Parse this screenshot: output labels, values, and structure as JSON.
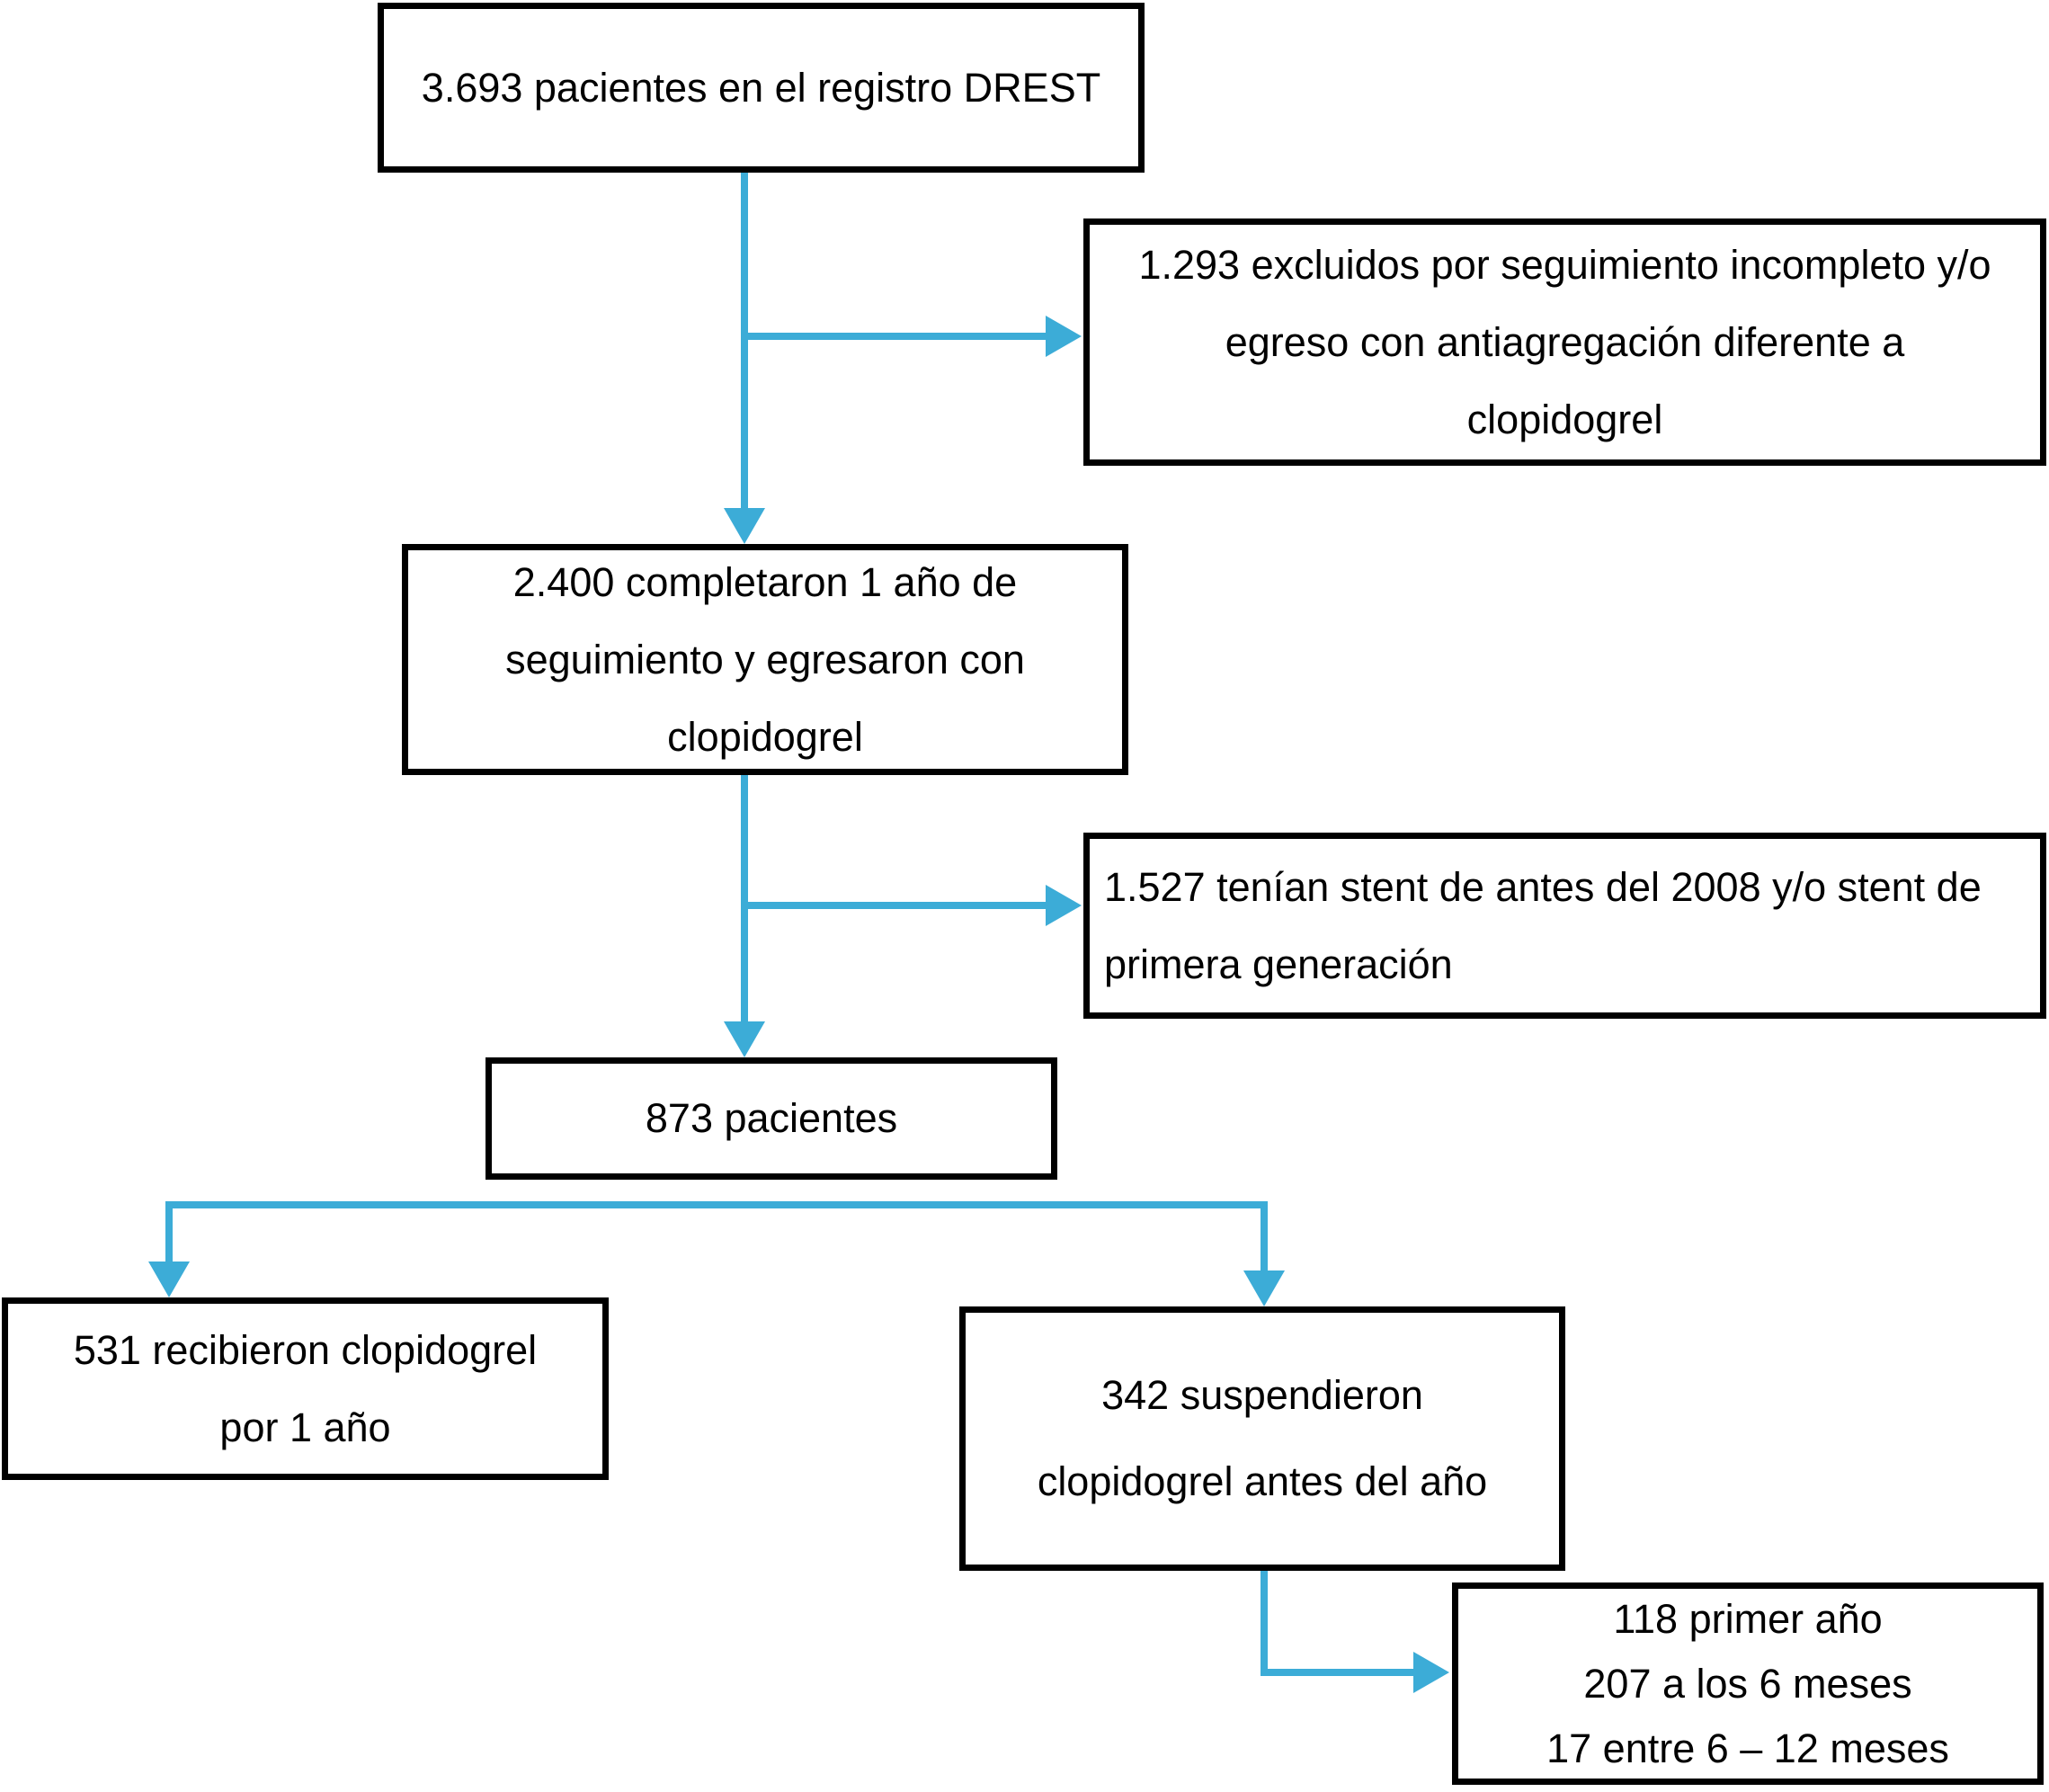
{
  "figure": {
    "type": "flowchart",
    "language": "es",
    "arrow_color": "#3CACD7",
    "box_border_color": "#000000",
    "background_color": "#ffffff"
  },
  "nodes": {
    "registry": {
      "lines": [
        "3.693 pacientes en el registro DREST"
      ]
    },
    "excluded": {
      "lines": [
        "1.293 excluidos por seguimiento incompleto y/o",
        "egreso con antiagregación diferente a",
        "clopidogrel"
      ]
    },
    "completed": {
      "lines": [
        "2.400 completaron 1 año de",
        "seguimiento y egresaron con",
        "clopidogrel"
      ]
    },
    "stent": {
      "lines": [
        "1.527 tenían stent de antes del 2008 y/o stent de",
        "primera generación"
      ]
    },
    "patients": {
      "lines": [
        "873 pacientes"
      ]
    },
    "received": {
      "lines": [
        "531 recibieron clopidogrel",
        "por 1 año"
      ]
    },
    "suspended": {
      "lines": [
        "342 suspendieron",
        "clopidogrel antes del año"
      ]
    },
    "timing": {
      "lines": [
        "118 primer año",
        "207 a los 6 meses",
        "17 entre 6 – 12 meses"
      ]
    }
  },
  "edges": [
    {
      "from": "registry",
      "to": "completed"
    },
    {
      "from": "registry",
      "to": "excluded"
    },
    {
      "from": "completed",
      "to": "patients"
    },
    {
      "from": "completed",
      "to": "stent"
    },
    {
      "from": "patients",
      "to": "received"
    },
    {
      "from": "patients",
      "to": "suspended"
    },
    {
      "from": "suspended",
      "to": "timing"
    }
  ]
}
